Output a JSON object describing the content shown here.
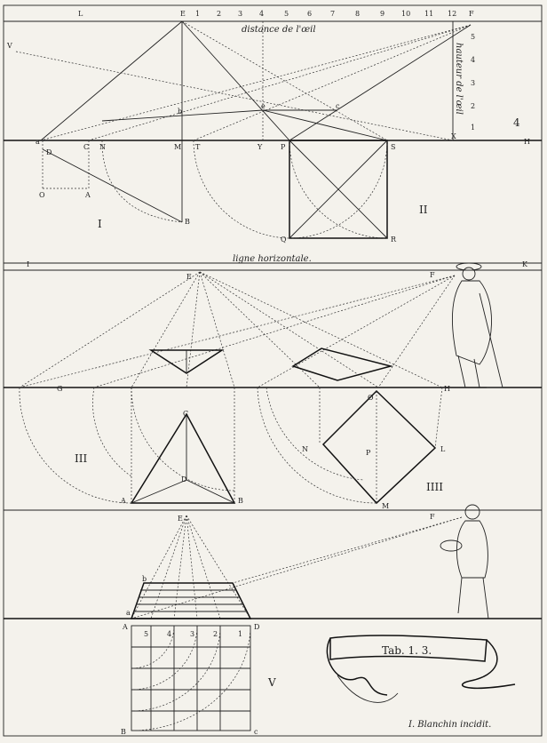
{
  "top_ruler": {
    "L": "L",
    "E": "E",
    "numbers": [
      "1",
      "2",
      "3",
      "4",
      "5",
      "6",
      "7",
      "8",
      "9",
      "10",
      "11",
      "12"
    ],
    "F": "F"
  },
  "captions": {
    "distance": "distance de l'œil",
    "hauteur": "hauteur de l'œil",
    "horizon": "ligne horizontale.",
    "tab": "Tab. 1. 3.",
    "signature": "I. Blanchin incidit.",
    "plate_number": "4"
  },
  "side_scale": [
    "5",
    "4",
    "3",
    "2",
    "1"
  ],
  "roman_numerals": [
    "I",
    "II",
    "III",
    "IIII",
    "V"
  ],
  "labels_fig1": {
    "V": "V",
    "X": "X",
    "H": "H",
    "a": "a",
    "D": "D",
    "C": "C",
    "N": "N",
    "M": "M",
    "T": "T",
    "Y": "Y",
    "P": "P",
    "S": "S",
    "O": "O",
    "A": "A",
    "B": "B",
    "Q": "Q",
    "R": "R",
    "c": "c",
    "b": "b",
    "e": "e"
  },
  "labels_mid": {
    "I": "I",
    "K": "K",
    "E": "E",
    "F": "F",
    "G": "G",
    "D": "D",
    "C": "C",
    "A": "A",
    "B": "B",
    "N": "N",
    "L": "L",
    "M": "M",
    "P": "P",
    "O": "O",
    "H": "H"
  },
  "labels_bottom": {
    "E": "E",
    "F": "F",
    "b": "b",
    "a": "a",
    "A": "A",
    "D": "D",
    "B": "B",
    "C": "c",
    "row_numbers": [
      "5",
      "4",
      "3",
      "2",
      "1"
    ]
  }
}
